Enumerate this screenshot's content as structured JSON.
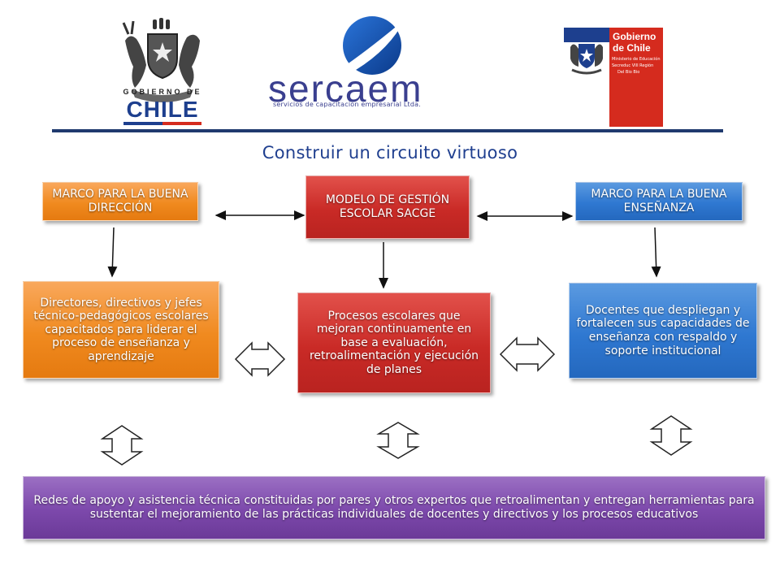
{
  "logos": {
    "left": {
      "line1": "GOBIERNO DE",
      "line2": "CHILE"
    },
    "center": {
      "name": "sercaem",
      "tagline": "servicios de capacitacion empresarial Ltda."
    },
    "right": {
      "line1": "Gobierno",
      "line2": "de Chile",
      "sub1": "Ministerio de Educación",
      "sub2": "Secreduc VIII Región",
      "sub3": "Del Bio Bio"
    }
  },
  "title": "Construir un circuito virtuoso",
  "boxes": {
    "marco_direccion": "MARCO PARA LA BUENA DIRECCIÓN",
    "modelo": "MODELO DE GESTIÓN ESCOLAR SACGE",
    "marco_ensenanza": "MARCO PARA LA BUENA ENSEÑANZA",
    "directores": "Directores, directivos y jefes técnico-pedagógicos escolares capacitados para liderar el proceso de enseñanza y aprendizaje",
    "procesos": "Procesos escolares que mejoran continuamente en base a evaluación, retroalimentación y ejecución de planes",
    "docentes": "Docentes que despliegan y fortalecen sus capacidades de enseñanza con respaldo y soporte institucional",
    "redes": "Redes de apoyo y asistencia técnica constituidas por pares y otros expertos que retroalimentan y entregan herramientas para sustentar el mejoramiento de las prácticas individuales de docentes y directivos y los procesos educativos"
  },
  "colors": {
    "orange": "#f08a1f",
    "red": "#c92a26",
    "blue": "#2f78d1",
    "purple": "#7c48ab",
    "title": "#1f3f8f"
  }
}
